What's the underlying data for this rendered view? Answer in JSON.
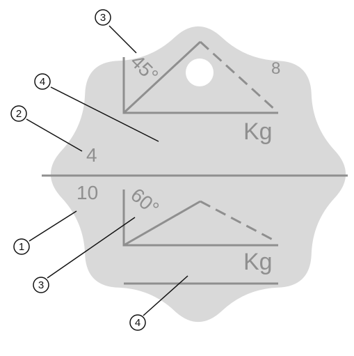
{
  "colors": {
    "plate": "#d9d9d9",
    "engraving": "#8f8f8f",
    "callout": "#111111",
    "background": "#ffffff"
  },
  "top_section": {
    "angle_label": "45°",
    "capacity_value": "8",
    "unit_label": "Kg",
    "side_value": "4"
  },
  "bottom_section": {
    "angle_label": "60°",
    "side_value": "10",
    "unit_label": "Kg"
  },
  "callouts": {
    "c1": "1",
    "c2": "2",
    "c3_top": "3",
    "c3_bottom": "3",
    "c4_top": "4",
    "c4_bottom": "4"
  }
}
